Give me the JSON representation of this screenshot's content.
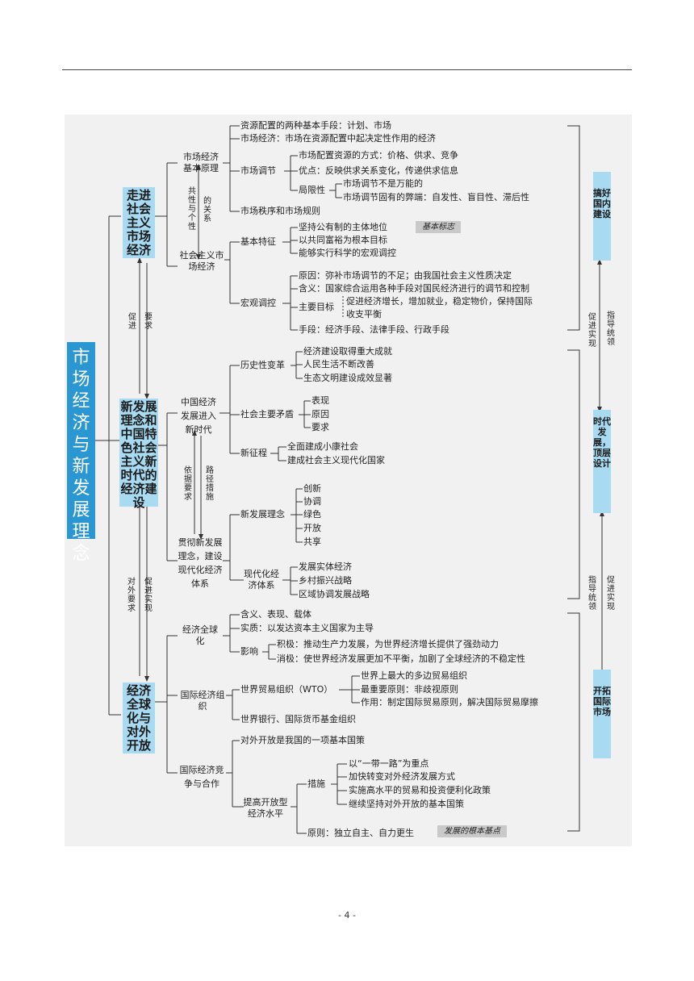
{
  "title": "市场经济与新发展理念",
  "centers": {
    "c1": "走进社会主义市场经济",
    "c2": "新发展理念和中国特色社会主义新时代的经济建设",
    "c3": "经济全球化与对外开放"
  },
  "links": {
    "c1_c2_left": "促进",
    "c1_c2_right": "要求",
    "c2_c3_left": "对外要求",
    "c2_c3_right": "促进实现"
  },
  "s1": {
    "base_principle": "市场经济基本原理",
    "socialist_market": "社会主义市场经济",
    "rel_a": "共性与个性",
    "rel_b": "的关系",
    "means": "资源配置的两种基本手段：计划、市场",
    "market_econ": "市场经济：市场在资源配置中起决定性作用的经济",
    "regulation": "市场调节",
    "reg_way": "市场配置资源的方式：价格、供求、竞争",
    "reg_adv": "优点：反映供求关系变化，传递供求信息",
    "limit": "局限性",
    "limit1": "市场调节不是万能的",
    "limit2": "市场调节固有的弊端：自发性、盲目性、滞后性",
    "order": "市场秩序和市场规则",
    "features": "基本特征",
    "feat1": "坚持公有制的主体地位",
    "feat1_tag": "基本标志",
    "feat2": "以共同富裕为根本目标",
    "feat3": "能够实行科学的宏观调控",
    "macro": "宏观调控",
    "mac1": "原因：弥补市场调节的不足；由我国社会主义性质决定",
    "mac2": "含义：国家综合运用各种手段对国民经济进行的调节和控制",
    "mac3": "主要目标",
    "mac3a": "促进经济增长，增加就业，稳定物价，保持国际",
    "mac3b": "收支平衡",
    "mac4": "手段：经济手段、法律手段、行政手段"
  },
  "s2": {
    "new_era": "中国经济发展进入新时代",
    "implement": "贯彻新发展理念，建设现代化经济体系",
    "rel_left": "依据要求",
    "rel_right": "路径措施",
    "hist": "历史性变革",
    "hist1": "经济建设取得重大成就",
    "hist2": "人民生活不断改善",
    "hist3": "生态文明建设成效显著",
    "contra": "社会主要矛盾",
    "contra1": "表现",
    "contra2": "原因",
    "contra3": "要求",
    "journey": "新征程",
    "journey1": "全面建成小康社会",
    "journey2": "建成社会主义现代化国家",
    "concept": "新发展理念",
    "con1": "创新",
    "con2": "协调",
    "con3": "绿色",
    "con4": "开放",
    "con5": "共享",
    "modern": "现代化经济体系",
    "mod1": "发展实体经济",
    "mod2": "乡村振兴战略",
    "mod3": "区域协调发展战略"
  },
  "s3": {
    "glob": "经济全球化",
    "glob1": "含义、表现、载体",
    "glob2": "实质：以发达资本主义国家为主导",
    "effect": "影响",
    "pos": "积极：推动生产力发展，为世界经济增长提供了强劲动力",
    "neg": "消极：使世界经济发展更加不平衡，加剧了全球经济的不稳定性",
    "org": "国际经济组织",
    "wto": "世界贸易组织（WTO）",
    "wto1": "世界上最大的多边贸易组织",
    "wto2": "最重要原则：非歧视原则",
    "wto3": "作用：制定国际贸易原则，解决国际贸易摩擦",
    "wb": "世界银行、国际货币基金组织",
    "comp": "国际经济竞争与合作",
    "open": "对外开放是我国的一项基本国策",
    "raise": "提高开放型经济水平",
    "measures": "措施",
    "m1": "以“一带一路”为重点",
    "m2": "加快转变对外经济发展方式",
    "m3": "实施高水平的贸易和投资便利化政策",
    "m4": "继续坚持对外开放的基本国策",
    "principle": "原则：独立自主、自力更生",
    "principle_tag": "发展的根本基点"
  },
  "right": {
    "r1": "搞好国内建设",
    "r2": "时代发展，顶层设计",
    "r3": "开拓国际市场",
    "l1_left": "促进实现",
    "l1_right": "指导统领",
    "l2_left": "指导统领",
    "l2_right": "促进实现"
  },
  "page_number": "- 4 -"
}
